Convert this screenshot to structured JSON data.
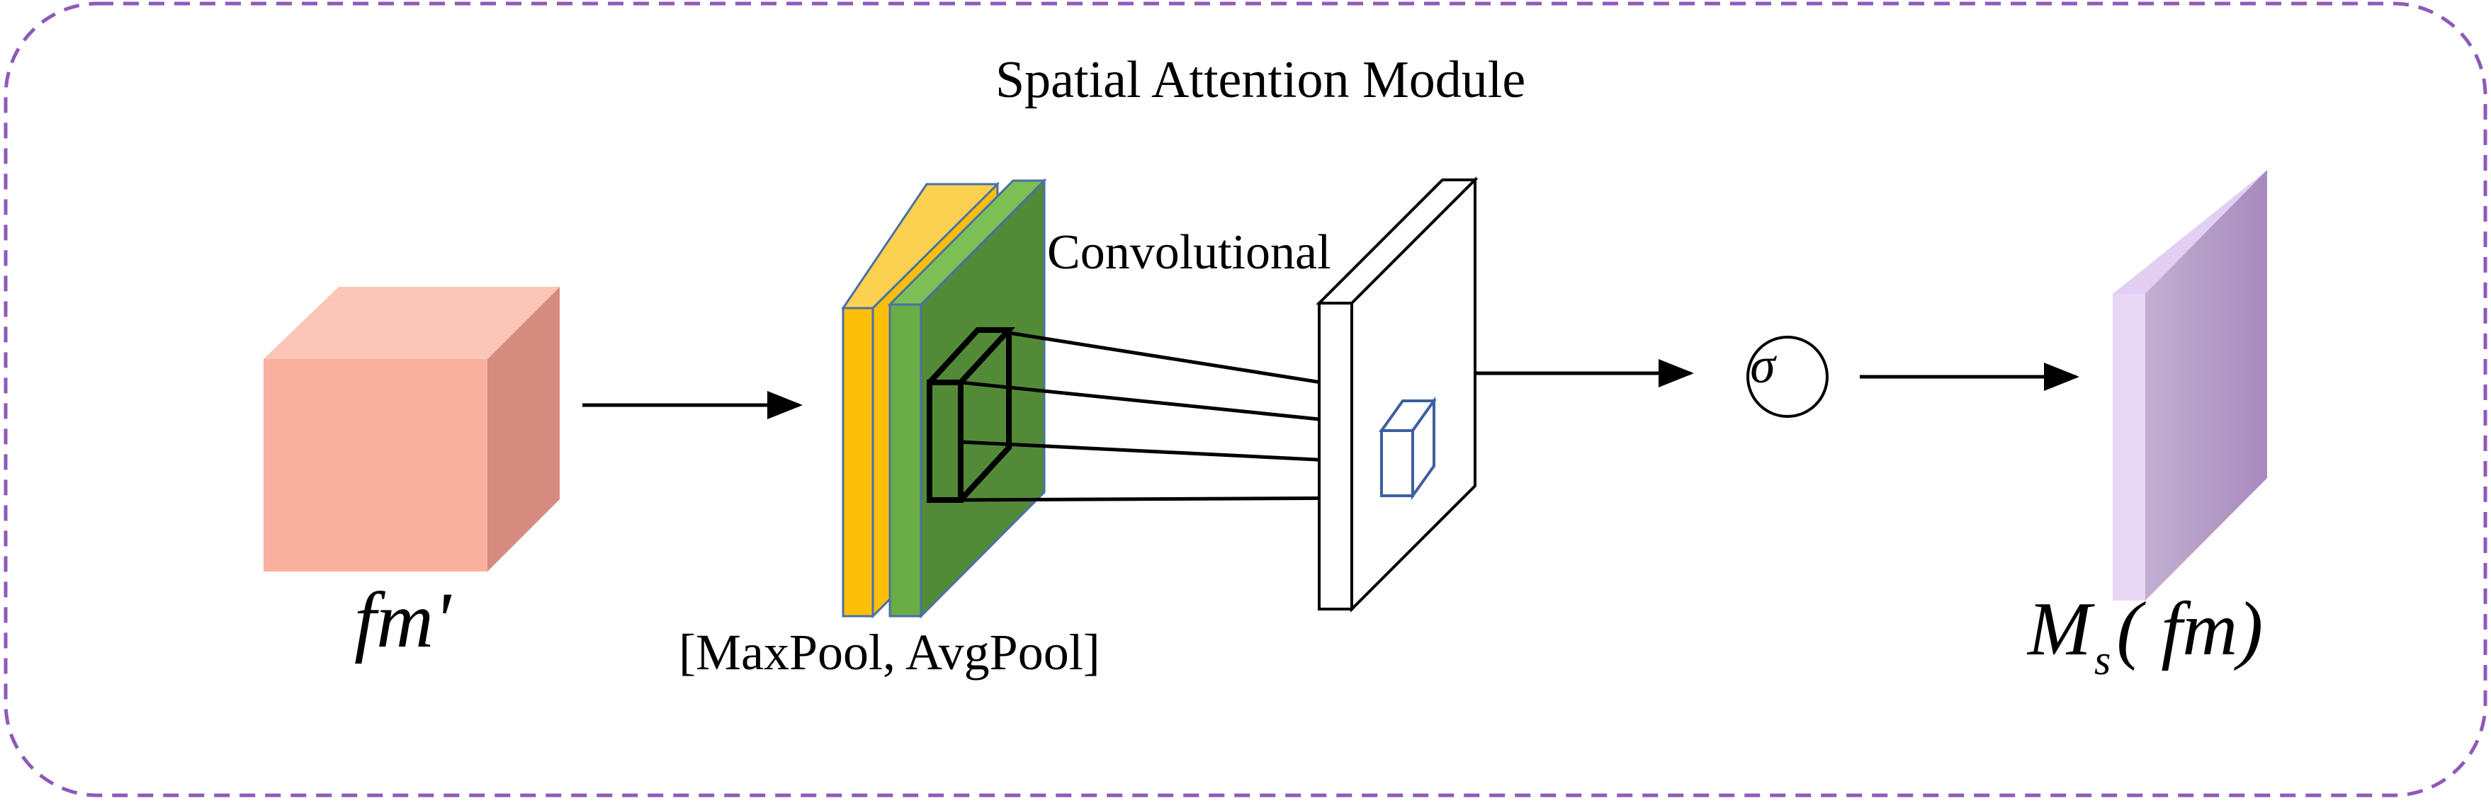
{
  "title": "Spatial Attention Module",
  "labels": {
    "input_feature": "fm'",
    "pooling": "[MaxPool, AvgPool]",
    "convolution": "Convolutional",
    "sigmoid": "σ",
    "output_base": "M",
    "output_subscript": "s",
    "output_arg": "( fm)"
  },
  "colors": {
    "border": "#8e5ab8",
    "cube_front": "#f9b09f",
    "cube_top": "#fbc5b8",
    "cube_side": "#d58c7e",
    "maxpool": "#fbbf0a",
    "avgpool_front": "#6aac46",
    "avgpool_back": "#538a37",
    "output_light": "#e7d7f4",
    "output_dark": "#a78abd"
  }
}
